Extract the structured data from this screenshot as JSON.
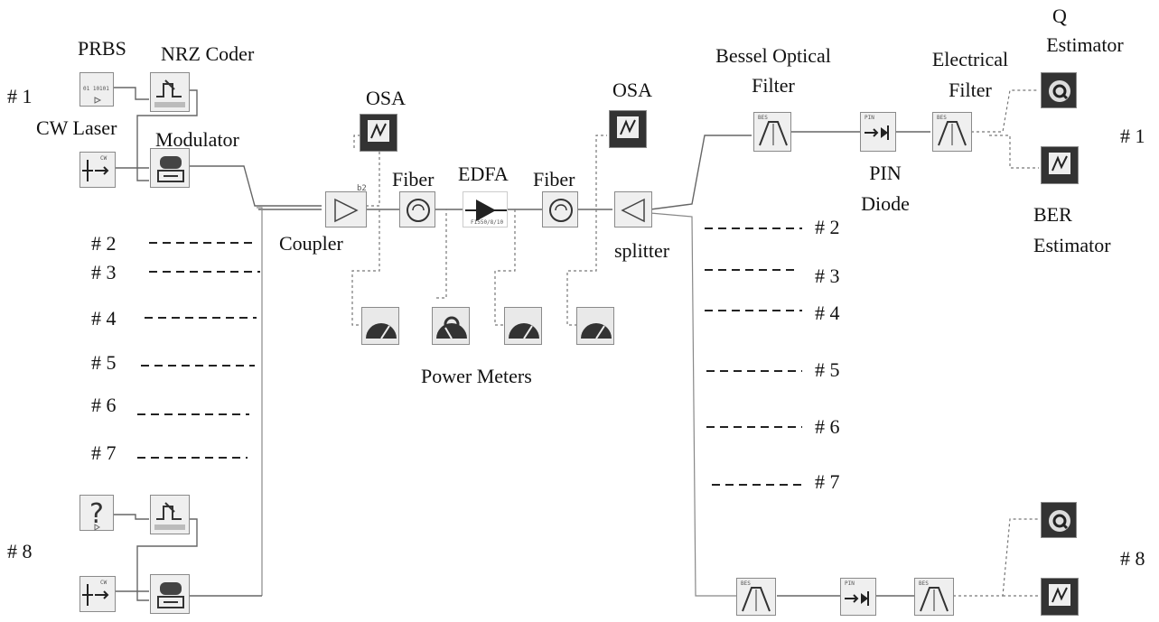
{
  "labels": {
    "prbs": "PRBS",
    "nrz_coder": "NRZ Coder",
    "cw_laser": "CW Laser",
    "modulator": "Modulator",
    "osa_left": "OSA",
    "fiber_left": "Fiber",
    "edfa": "EDFA",
    "fiber_right": "Fiber",
    "osa_right": "OSA",
    "coupler": "Coupler",
    "splitter": "splitter",
    "power_meters": "Power Meters",
    "bessel_line1": "Bessel Optical",
    "bessel_line2": "Filter",
    "electrical_line1": "Electrical",
    "electrical_line2": "Filter",
    "q_line1": "Q",
    "q_line2": "Estimator",
    "pin_line1": "PIN",
    "pin_line2": "Diode",
    "ber_line1": "BER",
    "ber_line2": "Estimator"
  },
  "channels_left": [
    "# 1",
    "# 2",
    "# 3",
    "# 4",
    "# 5",
    "# 6",
    "# 7",
    "# 8"
  ],
  "channels_right": [
    "# 1",
    "# 2",
    "# 3",
    "# 4",
    "# 5",
    "# 6",
    "# 7",
    "# 8"
  ],
  "block_text": {
    "prbs_bits": "01 10101",
    "cw": "CW",
    "b2": "b2",
    "bes": "BES",
    "pin": "PIN",
    "edfa_tag": "F1550/8/10"
  },
  "colors": {
    "wire": "#666666",
    "block_fill": "#efefef",
    "dark_icon": "#2a2a2a"
  }
}
